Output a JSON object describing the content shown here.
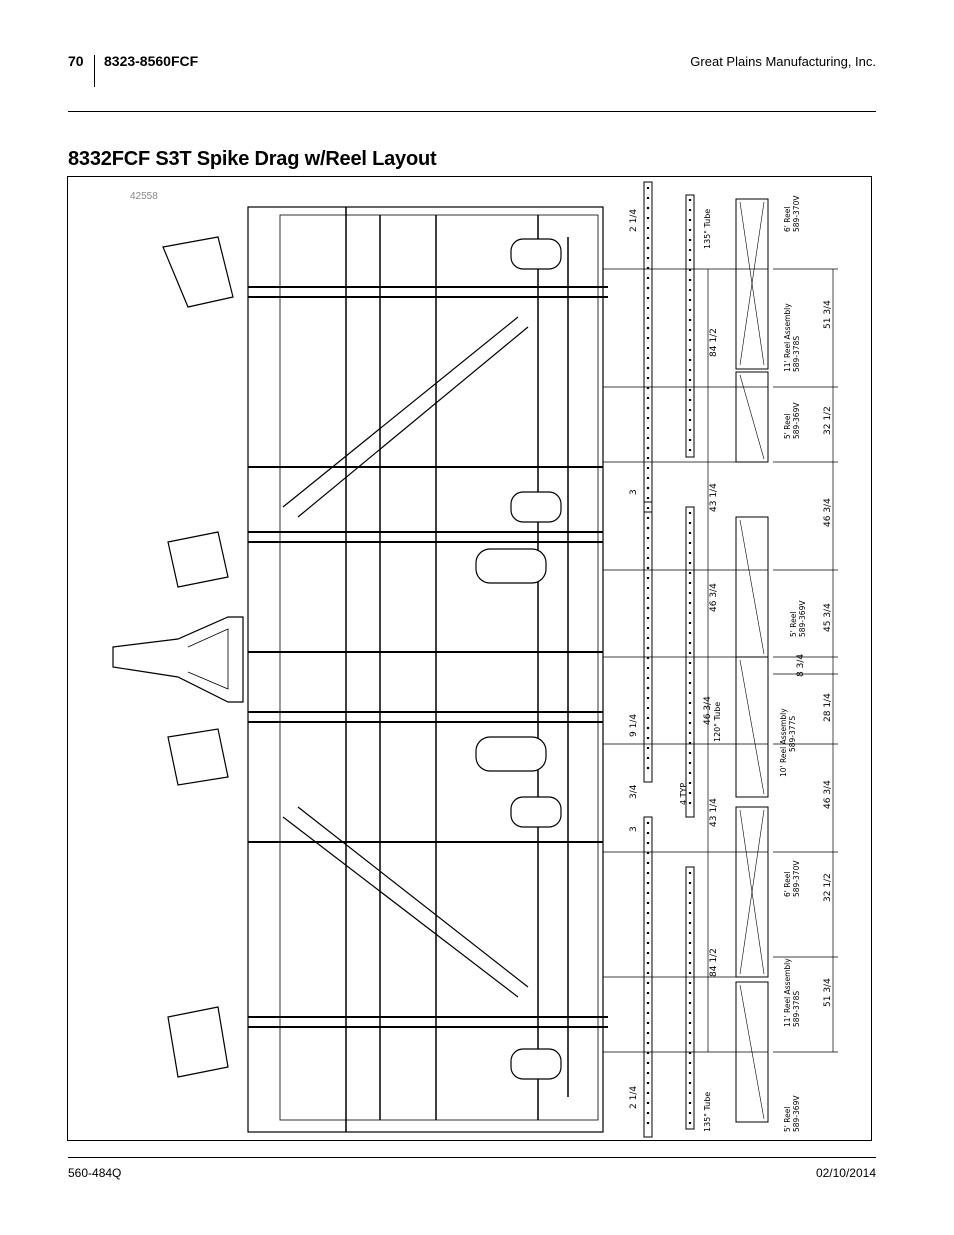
{
  "header": {
    "page_number": "70",
    "model": "8323-8560FCF",
    "company": "Great Plains Manufacturing, Inc."
  },
  "title": "8332FCF S3T Spike Drag w/Reel Layout",
  "figure": {
    "figure_number": "42558",
    "labels": {
      "tube_135_top": "135\" Tube",
      "tube_135_bottom": "135\" Tube",
      "tube_120": "120\" Tube",
      "four_typ": "4 TYP",
      "reel_6_top": "6' Reel",
      "reel_6_top_part": "589-370V",
      "reel_11_top": "11' Reel Assembly",
      "reel_11_top_part": "589-378S",
      "reel_5_top": "5' Reel",
      "reel_5_top_part": "589-369V",
      "reel_5_mid": "5' Reel",
      "reel_5_mid_part": "589-369V",
      "reel_10": "10' Reel Assembly",
      "reel_10_part": "589-377S",
      "reel_6_bottom": "6' Reel",
      "reel_6_bottom_part": "589-370V",
      "reel_11_bottom": "11' Reel Assembly",
      "reel_11_bottom_part": "589-378S",
      "reel_5_bottom": "5' Reel",
      "reel_5_bottom_part": "589-369V"
    },
    "dims_right": [
      {
        "whole": "51",
        "num": "3",
        "den": "4"
      },
      {
        "whole": "32",
        "num": "1",
        "den": "2"
      },
      {
        "whole": "46",
        "num": "3",
        "den": "4"
      },
      {
        "whole": "45",
        "num": "3",
        "den": "4"
      },
      {
        "whole": "8",
        "num": "3",
        "den": "4"
      },
      {
        "whole": "28",
        "num": "1",
        "den": "4"
      },
      {
        "whole": "46",
        "num": "3",
        "den": "4"
      },
      {
        "whole": "32",
        "num": "1",
        "den": "2"
      },
      {
        "whole": "51",
        "num": "3",
        "den": "4"
      }
    ],
    "dims_mid": [
      {
        "whole": "84",
        "num": "1",
        "den": "2"
      },
      {
        "whole": "43",
        "num": "1",
        "den": "4"
      },
      {
        "whole": "46",
        "num": "3",
        "den": "4"
      },
      {
        "whole": "46",
        "num": "3",
        "den": "4"
      },
      {
        "whole": "43",
        "num": "1",
        "den": "4"
      },
      {
        "whole": "84",
        "num": "1",
        "den": "2"
      }
    ],
    "dims_left": [
      {
        "whole": "2",
        "num": "1",
        "den": "4"
      },
      {
        "whole": "3",
        "num": "",
        "den": ""
      },
      {
        "whole": "9",
        "num": "1",
        "den": "4"
      },
      {
        "whole": "3",
        "num": "",
        "den": "4"
      },
      {
        "whole": "3",
        "num": "",
        "den": ""
      },
      {
        "whole": "2",
        "num": "1",
        "den": "4"
      }
    ]
  },
  "footer": {
    "doc_number": "560-484Q",
    "date": "02/10/2014"
  }
}
